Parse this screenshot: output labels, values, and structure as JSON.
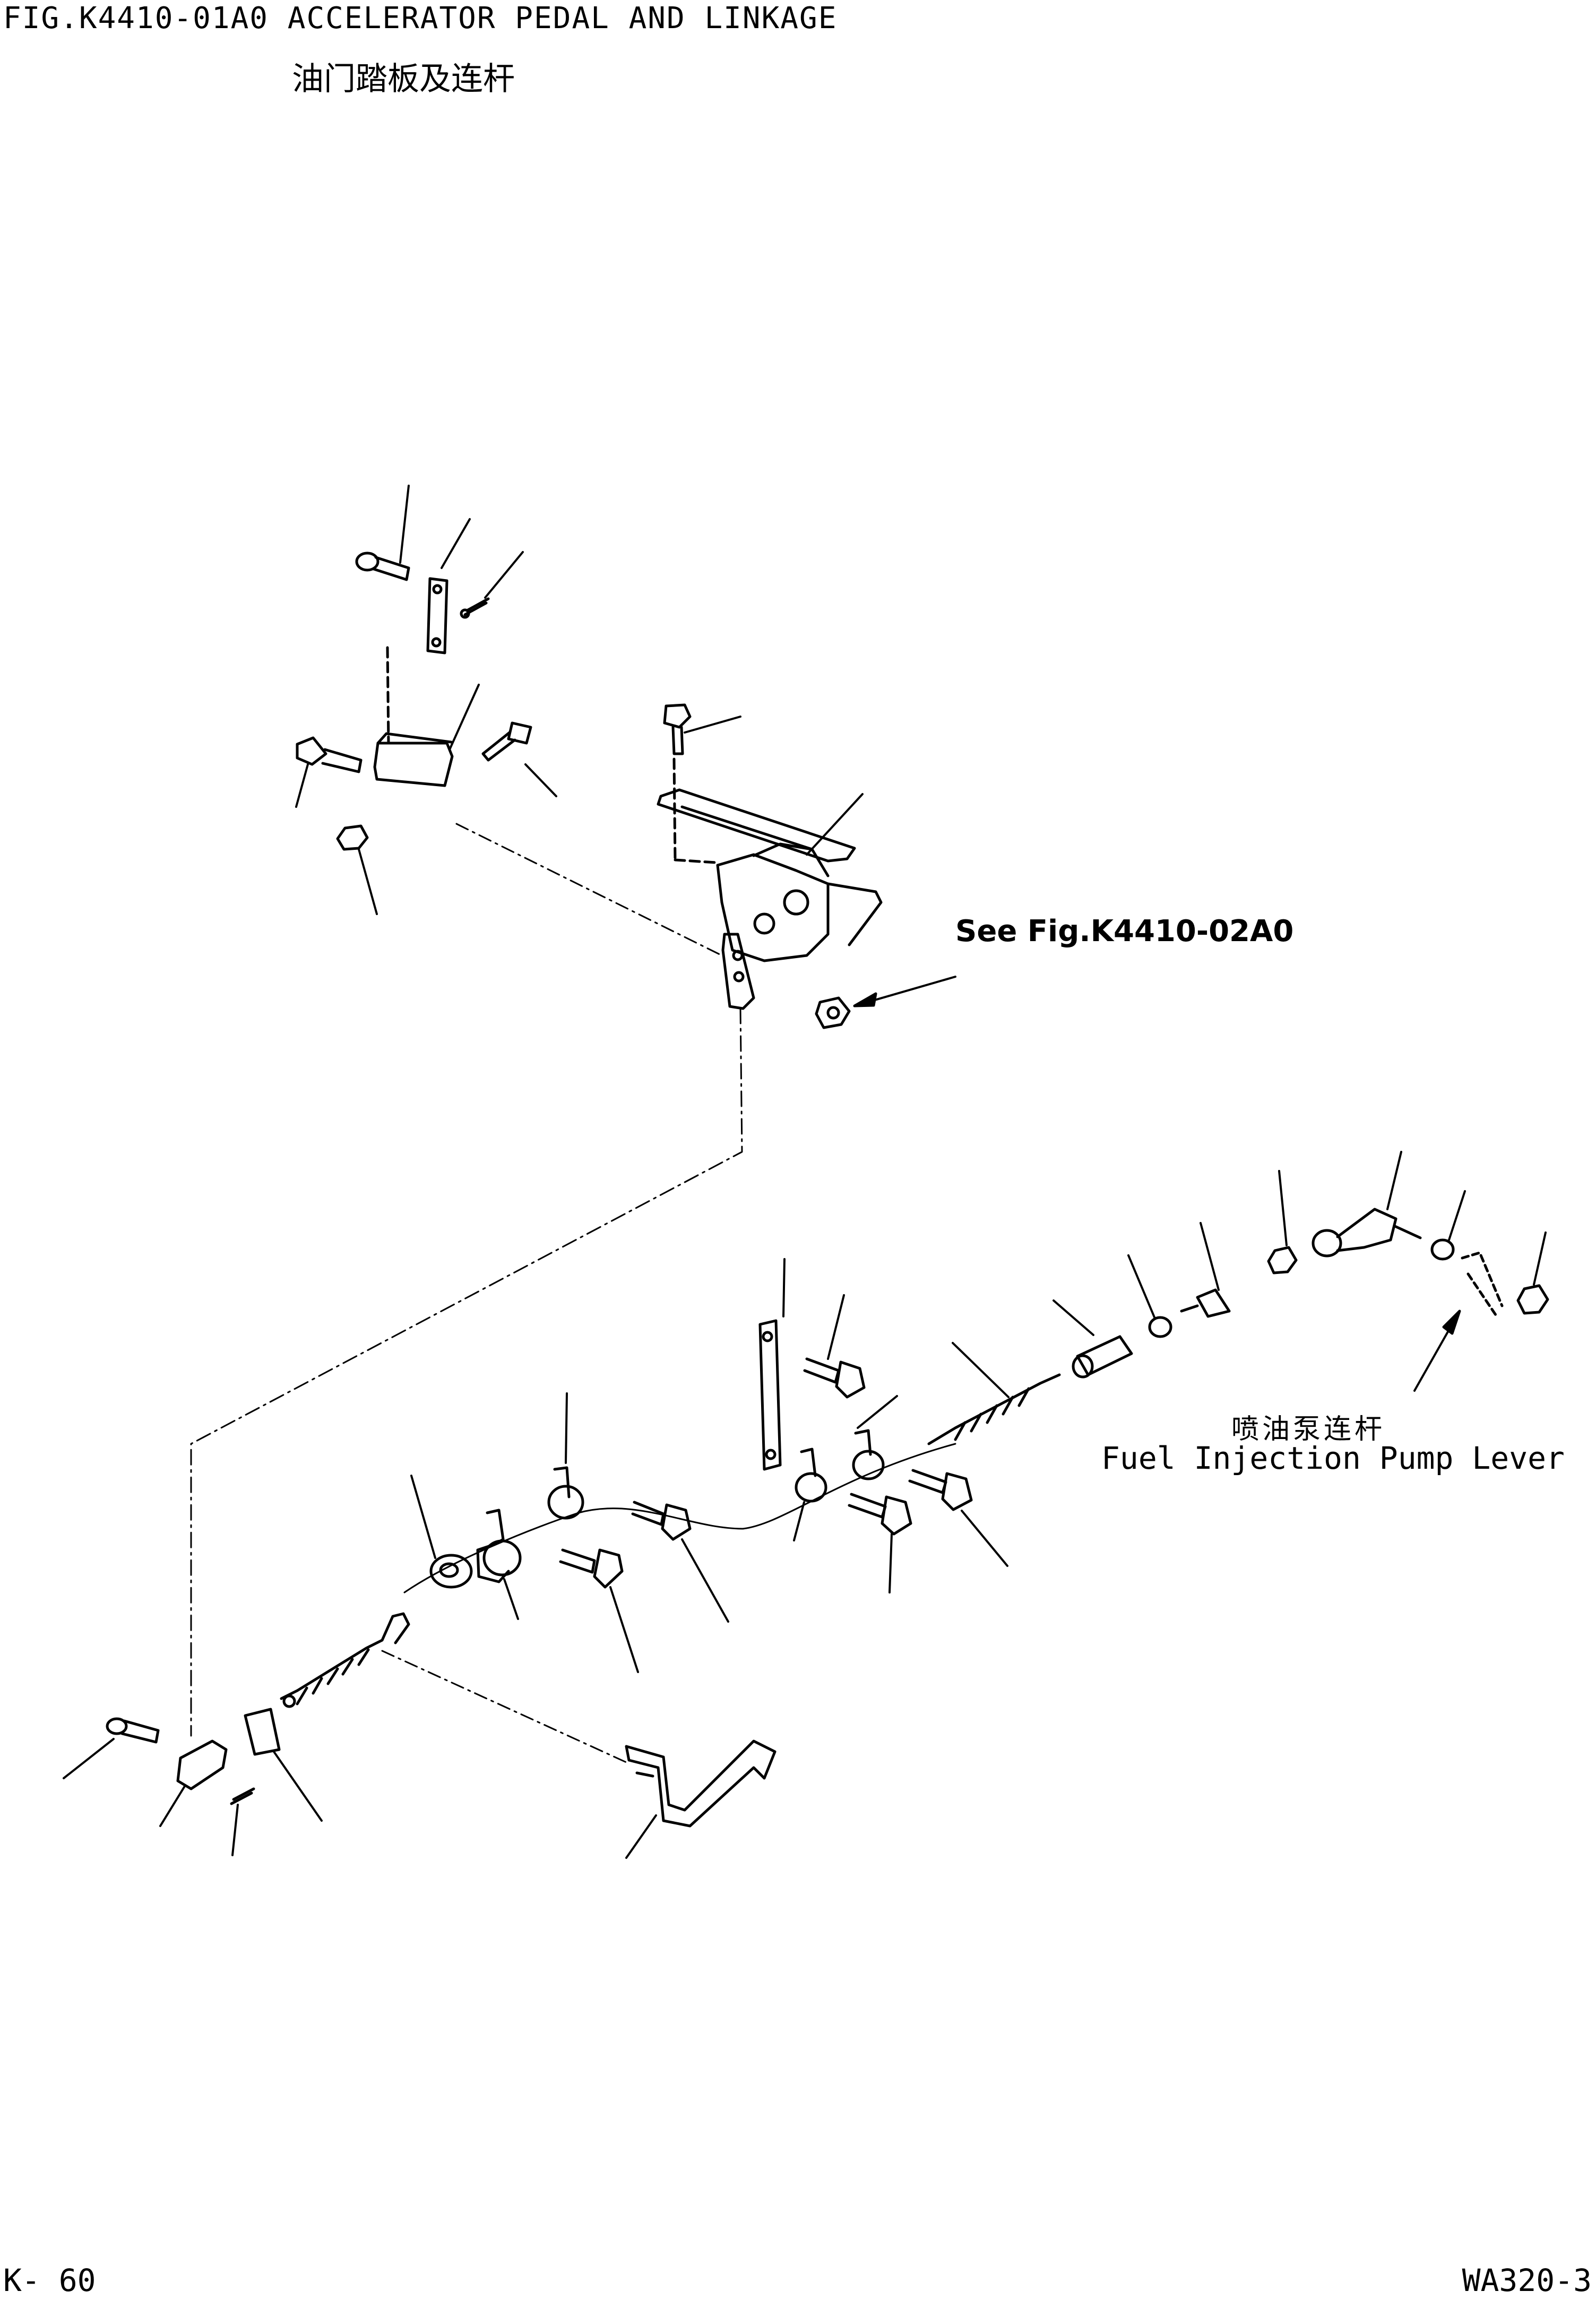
{
  "header": {
    "figure_title": "FIG.K4410-01A0  ACCELERATOR PEDAL AND LINKAGE",
    "figure_subtitle_cn": "油门踏板及连杆"
  },
  "callouts": {
    "see_figure": "See Fig.K4410-02A0",
    "fuel_pump_lever_cn": "喷油泵连杆",
    "fuel_pump_lever_en": "Fuel Injection Pump Lever"
  },
  "footer": {
    "page_number": "K- 60",
    "model": "WA320-3"
  }
}
